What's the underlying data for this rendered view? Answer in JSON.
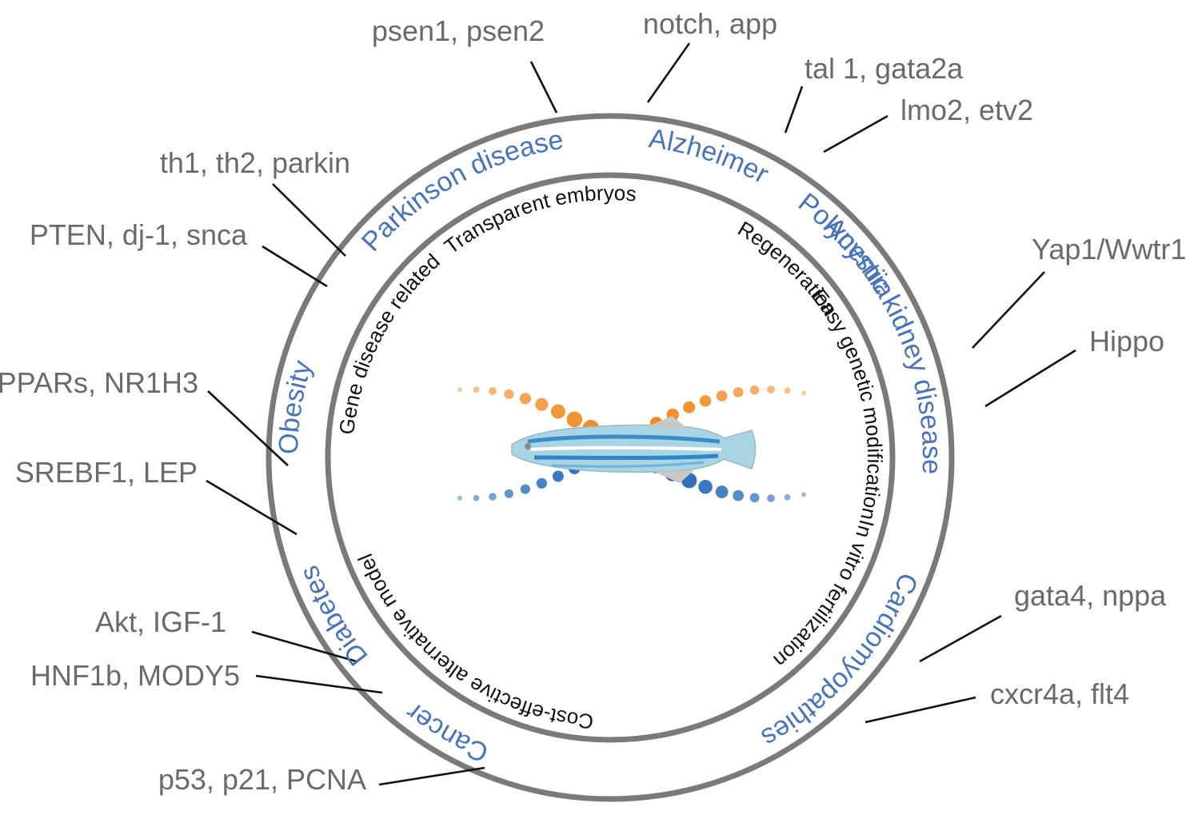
{
  "title": "Zebrafish as a disease model",
  "colors": {
    "ring": "#7a7a7a",
    "disease_text": "#4a74b6",
    "gene_text": "#6a6a6a",
    "feature_text": "#111111",
    "leader": "#111111",
    "dot_orange": "#f08a24",
    "dot_blue": "#1f66b5",
    "fish_body": "#8cc4dc"
  },
  "center_image": {
    "icon": "zebrafish-dna-helix-icon",
    "description": "Zebrafish over orange and blue dotted double helix"
  },
  "diseases": [
    {
      "label": "Alzheimer"
    },
    {
      "label": "Anemia"
    },
    {
      "label": "Polycystic kidney disease"
    },
    {
      "label": "Cardiomyopathies"
    },
    {
      "label": "Cancer"
    },
    {
      "label": "Diabetes"
    },
    {
      "label": "Obesity"
    },
    {
      "label": "Parkinson disease"
    }
  ],
  "features": [
    {
      "label": "Transparent embryos"
    },
    {
      "label": "Regeneration"
    },
    {
      "label": "Easy genetic modification"
    },
    {
      "label": "In vitro fertilization"
    },
    {
      "label": "Cost-effective alternative model"
    },
    {
      "label": "Gene disease related"
    }
  ],
  "genes": [
    {
      "label": "psen1, psen2",
      "disease": "Alzheimer"
    },
    {
      "label": "notch, app",
      "disease": "Alzheimer"
    },
    {
      "label": "tal 1, gata2a",
      "disease": "Anemia"
    },
    {
      "label": "lmo2, etv2",
      "disease": "Anemia"
    },
    {
      "label": "Yap1/Wwtr1",
      "disease": "Polycystic kidney disease"
    },
    {
      "label": "Hippo",
      "disease": "Polycystic kidney disease"
    },
    {
      "label": "gata4, nppa",
      "disease": "Cardiomyopathies"
    },
    {
      "label": "cxcr4a, flt4",
      "disease": "Cardiomyopathies"
    },
    {
      "label": "p53, p21, PCNA",
      "disease": "Cancer"
    },
    {
      "label": "Akt, IGF-1",
      "disease": "Diabetes"
    },
    {
      "label": "HNF1b, MODY5",
      "disease": "Diabetes"
    },
    {
      "label": "PPARs, NR1H3",
      "disease": "Obesity"
    },
    {
      "label": "SREBF1, LEP",
      "disease": "Obesity"
    },
    {
      "label": "th1, th2, parkin",
      "disease": "Parkinson disease"
    },
    {
      "label": "PTEN, dj-1, snca",
      "disease": "Parkinson disease"
    }
  ]
}
